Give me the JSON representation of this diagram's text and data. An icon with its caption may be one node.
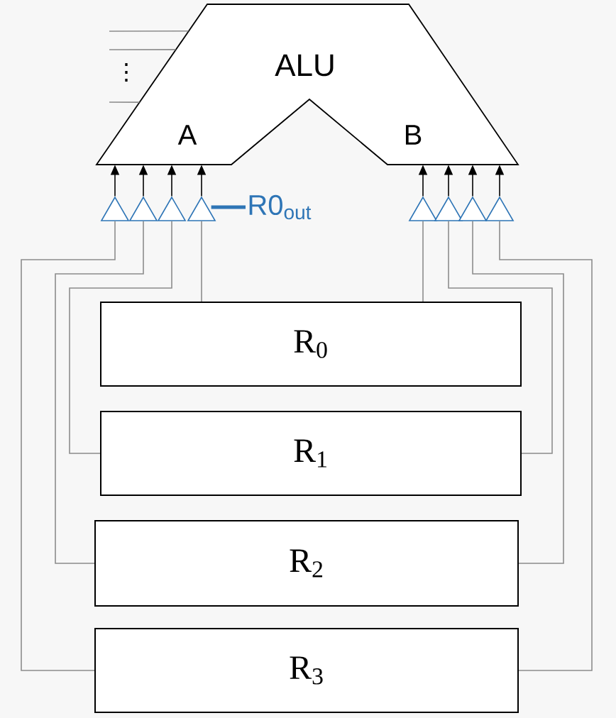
{
  "diagram": {
    "nodes": [
      {
        "text": [
          "ALU",
          "A",
          "B"
        ]
      },
      {
        "text": [],
        "shape": "triangle"
      },
      {
        "text": [],
        "shape": "triangle"
      },
      {
        "text": [],
        "shape": "triangle"
      },
      {
        "text": [],
        "shape": "triangle"
      },
      {
        "text": [],
        "shape": "triangle"
      },
      {
        "text": [],
        "shape": "triangle"
      },
      {
        "text": [],
        "shape": "triangle"
      },
      {
        "text": [],
        "shape": "triangle"
      },
      {
        "text": [
          "R0$_{out}$"
        ]
      },
      {
        "text": [
          "R$_{0}$"
        ]
      },
      {
        "text": [
          "R$_{1}$"
        ]
      },
      {
        "text": [
          "R$_{2}$"
        ]
      },
      {
        "text": [
          "R$_{3}$"
        ]
      }
    ],
    "edges": [
      {
        "from": 1,
        "to": 0,
        "arrow": "to",
        "color": "#000000"
      },
      {
        "from": 2,
        "to": 0,
        "arrow": "to",
        "color": "#000000"
      },
      {
        "from": 3,
        "to": 0,
        "arrow": "to",
        "color": "#000000"
      },
      {
        "from": 4,
        "to": 0,
        "arrow": "to",
        "color": "#000000"
      },
      {
        "from": 5,
        "to": 0,
        "arrow": "to",
        "color": "#000000"
      },
      {
        "from": 6,
        "to": 0,
        "arrow": "to",
        "color": "#000000"
      },
      {
        "from": 7,
        "to": 0,
        "arrow": "to",
        "color": "#000000"
      },
      {
        "from": 8,
        "to": 0,
        "arrow": "to",
        "color": "#000000"
      },
      {
        "from": 10,
        "to": 4,
        "arrow": "none",
        "color": "#8c8c8c"
      },
      {
        "from": 10,
        "to": 5,
        "arrow": "none",
        "color": "#8c8c8c"
      },
      {
        "from": 11,
        "to": 3,
        "arrow": "none",
        "color": "#8c8c8c"
      },
      {
        "from": 11,
        "to": 6,
        "arrow": "none",
        "color": "#8c8c8c"
      },
      {
        "from": 12,
        "to": 2,
        "arrow": "none",
        "color": "#8c8c8c"
      },
      {
        "from": 12,
        "to": 7,
        "arrow": "none",
        "color": "#8c8c8c"
      },
      {
        "from": 13,
        "to": 1,
        "arrow": "none",
        "color": "#8c8c8c"
      },
      {
        "from": 13,
        "to": 8,
        "arrow": "none",
        "color": "#8c8c8c"
      },
      {
        "from": 9,
        "to": 4,
        "arrow": "none",
        "style": "thick",
        "color": "#2e75b6"
      },
      {
        "from": null,
        "to": 0,
        "arrow": "none",
        "color": "#8c8c8c"
      },
      {
        "from": null,
        "to": 0,
        "arrow": "none",
        "color": "#8c8c8c"
      },
      {
        "from": null,
        "to": 0,
        "arrow": "none",
        "color": "#8c8c8c"
      }
    ],
    "labels": [
      "⋮"
    ]
  }
}
